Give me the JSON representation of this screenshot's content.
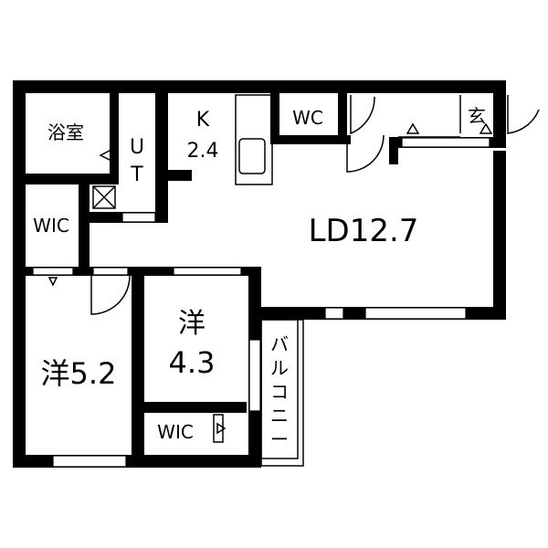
{
  "rooms": {
    "bath": "浴室",
    "ut_u": "U",
    "ut_t": "T",
    "kitchen_k": "K",
    "kitchen_size": "2.4",
    "wc": "WC",
    "entrance": "玄",
    "living": "LD12.7",
    "wic_left": "WIC",
    "bedroom_small_kanji": "洋",
    "bedroom_small_size": "4.3",
    "bedroom_large": "洋5.2",
    "wic_bottom": "WIC",
    "balcony": [
      "バ",
      "ル",
      "コ",
      "ニ",
      "ー"
    ]
  }
}
